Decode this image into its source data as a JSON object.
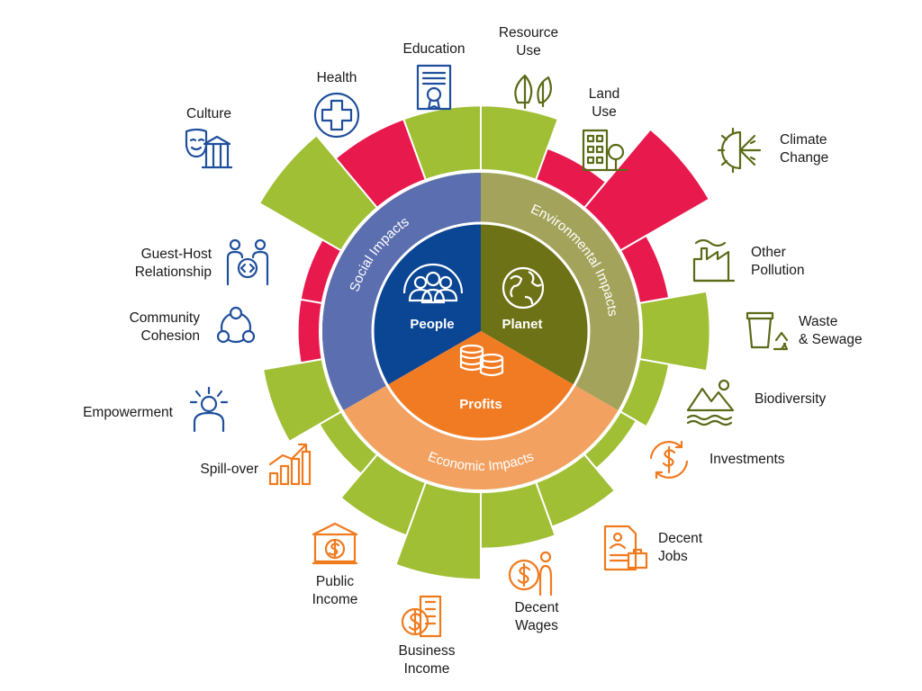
{
  "colors": {
    "green": "#a0bf35",
    "pink": "#e8194d",
    "blue_ring": "#5b6fb0",
    "olive_ring": "#a4a35b",
    "orange_ring": "#f3a160",
    "blue_core": "#0b4694",
    "olive_core": "#6e7216",
    "orange_core": "#f17b22",
    "social_icon": "#1f4f9c",
    "env_icon": "#5a6b17",
    "econ_icon": "#f07a1e"
  },
  "core": {
    "people": "People",
    "planet": "Planet",
    "profits": "Profits"
  },
  "rings": {
    "social": "Social Impacts",
    "environmental": "Environmental Impacts",
    "economic": "Economic Impacts"
  },
  "segments": [
    {
      "label": "Resource Use",
      "status": "green",
      "level": 0.67,
      "icon": "leaf-icon"
    },
    {
      "label": "Land Use",
      "status": "pink",
      "level": 0.4,
      "icon": "building-tree-icon"
    },
    {
      "label": "Climate Change",
      "status": "pink",
      "level": 1.0,
      "icon": "sun-snowflake-icon"
    },
    {
      "label": "Other Pollution",
      "status": "pink",
      "level": 0.37,
      "icon": "factory-icon"
    },
    {
      "label": "Waste & Sewage",
      "status": "green",
      "level": 0.7,
      "icon": "bin-recycle-icon"
    },
    {
      "label": "Biodiversity",
      "status": "green",
      "level": 0.37,
      "icon": "mountain-water-icon"
    },
    {
      "label": "Investments",
      "status": "green",
      "level": 0.27,
      "icon": "dollar-cycle-icon"
    },
    {
      "label": "Decent Jobs",
      "status": "green",
      "level": 0.52,
      "icon": "job-document-icon"
    },
    {
      "label": "Decent Wages",
      "status": "green",
      "level": 0.6,
      "icon": "wage-person-icon"
    },
    {
      "label": "Business Income",
      "status": "green",
      "level": 0.87,
      "icon": "dollar-register-icon"
    },
    {
      "label": "Public Income",
      "status": "green",
      "level": 0.6,
      "icon": "bank-dollar-icon"
    },
    {
      "label": "Spill-over",
      "status": "green",
      "level": 0.33,
      "icon": "growth-chart-icon"
    },
    {
      "label": "Empowerment",
      "status": "green",
      "level": 0.63,
      "icon": "person-rays-icon"
    },
    {
      "label": "Community Cohesion",
      "status": "pink",
      "level": 0.3,
      "icon": "network-circle-icon"
    },
    {
      "label": "Guest-Host Relationship",
      "status": "pink",
      "level": 0.3,
      "icon": "two-people-code-icon"
    },
    {
      "label": "Culture",
      "status": "green",
      "level": 0.93,
      "icon": "theatre-museum-icon"
    },
    {
      "label": "Health",
      "status": "pink",
      "level": 0.67,
      "icon": "medical-cross-icon"
    },
    {
      "label": "Education",
      "status": "green",
      "level": 0.67,
      "icon": "certificate-icon"
    }
  ]
}
